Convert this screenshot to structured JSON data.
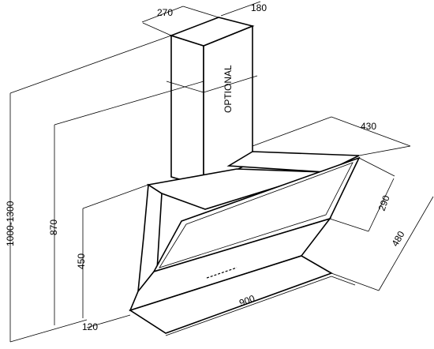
{
  "dimensions": {
    "total_height": "1000-1300",
    "hood_height": "870",
    "lower_height": "450",
    "depth_bottom": "120",
    "width": "900",
    "duct_width": "270",
    "duct_depth": "180",
    "top_depth": "430",
    "panel_290": "290",
    "panel_480": "480"
  },
  "labels": {
    "optional": "OPTIONAL"
  }
}
